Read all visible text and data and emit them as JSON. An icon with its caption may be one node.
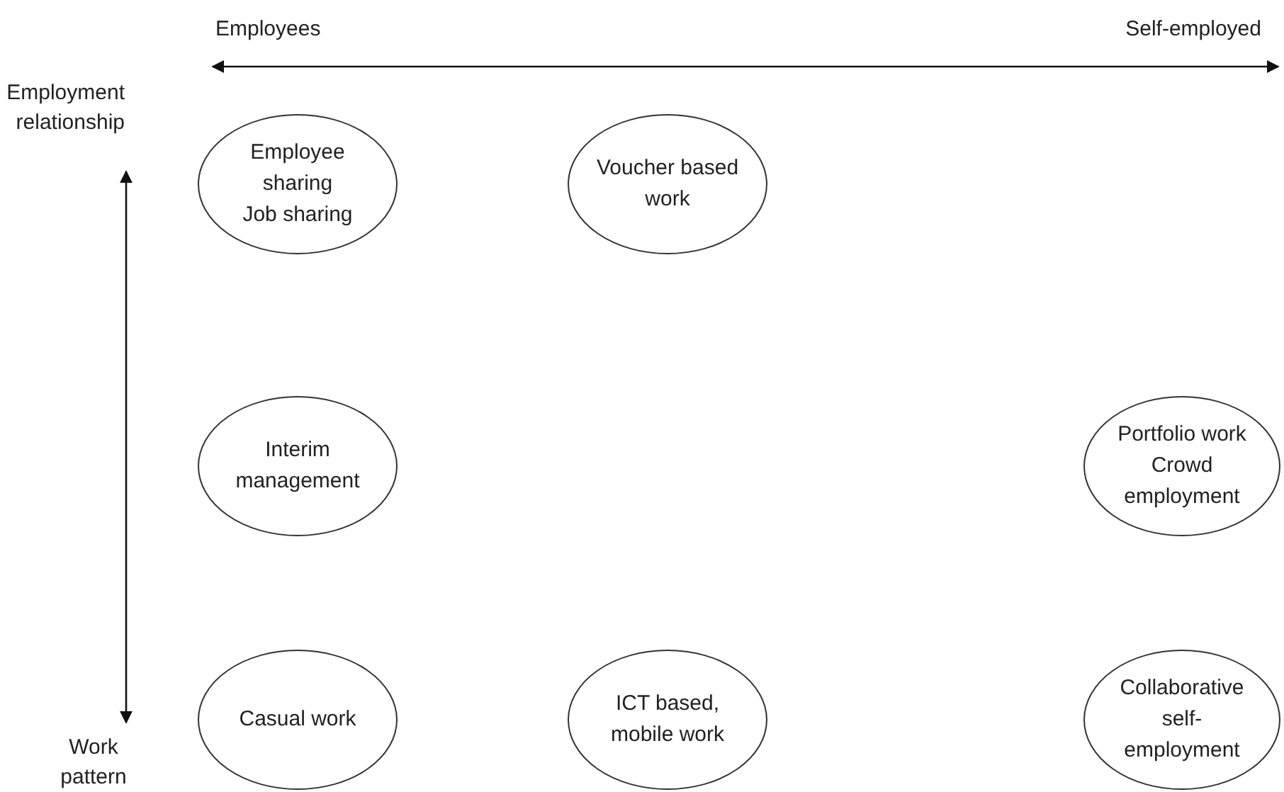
{
  "diagram": {
    "nodes": [
      {
        "text": [
          "Employee sharing",
          "Job sharing"
        ]
      },
      {
        "text": [
          "Voucher based work"
        ]
      },
      {
        "text": [
          "Interim management"
        ]
      },
      {
        "text": [
          "Portfolio work",
          "Crowd employment"
        ]
      },
      {
        "text": [
          "Casual work"
        ]
      },
      {
        "text": [
          "ICT based, mobile work"
        ]
      },
      {
        "text": [
          "Collaborative self-employment"
        ]
      }
    ],
    "labels": [
      "Employees",
      "Self-employed",
      "Employment relationship",
      "Work pattern"
    ]
  }
}
